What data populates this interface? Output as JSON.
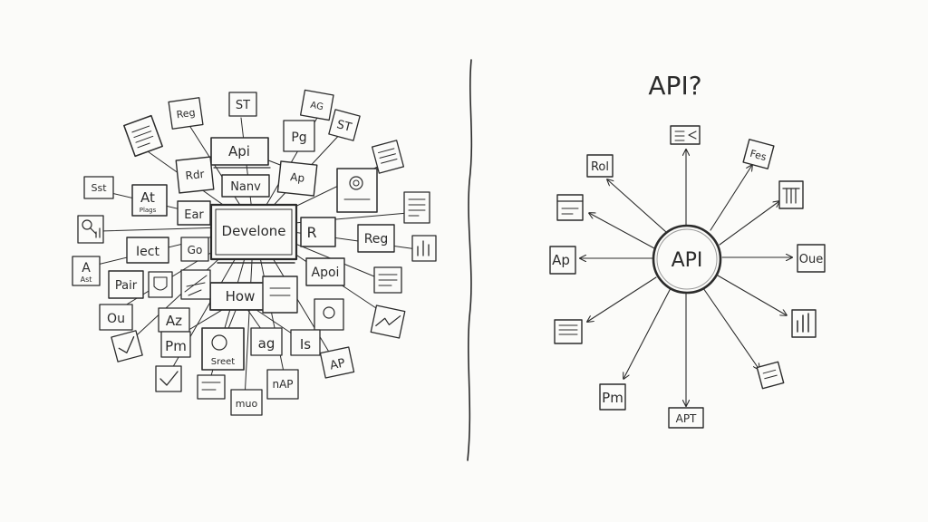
{
  "colors": {
    "ink": "#2b2b2b",
    "paper": "#fbfbf9",
    "shade": "#9a9a9a"
  },
  "left_panel": {
    "hub_label": "Develone",
    "labels": {
      "api": "Api",
      "nav": "Nanv",
      "how": "How",
      "st_top": "ST",
      "reg_top": "Reg",
      "ag_top": "AG",
      "st_right": "ST",
      "st_left": "Sst",
      "at": "At",
      "at_sub": "Plags",
      "ear": "Ear",
      "iect": "Iect",
      "reg_right": "Reg",
      "api_right": "Apoi",
      "pair": "Pair",
      "ou": "Ou",
      "az": "Az",
      "pm": "Pm",
      "sreet": "Sreet",
      "ag": "ag",
      "is": "Is",
      "ap": "AP",
      "nap": "nAP",
      "mup": "muo",
      "rdr": "Rdr",
      "ap_mid": "Ap",
      "r_pa": "R",
      "at_left": "A",
      "ast": "Ast",
      "pg": "Pg",
      "go": "Go"
    }
  },
  "right_panel": {
    "title": "API?",
    "hub_label": "API",
    "labels": {
      "rol": "Rol",
      "fes": "Fes",
      "ap_left": "Ap",
      "oue": "Oue",
      "pm": "Pm",
      "apt": "APT"
    }
  }
}
